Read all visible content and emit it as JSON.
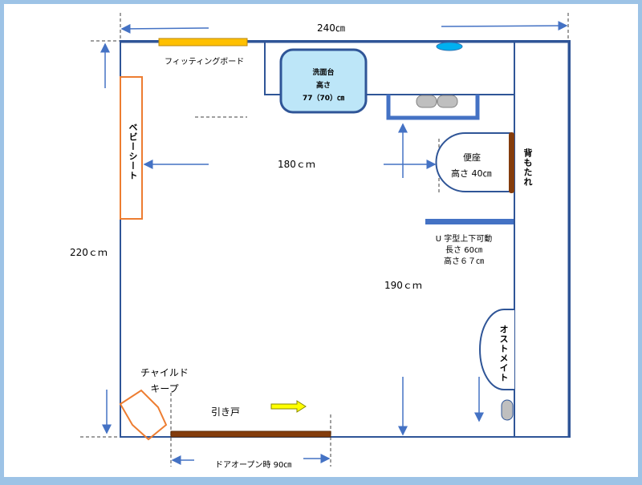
{
  "dimensions": {
    "width_total": "240㎝",
    "height_left": "220ｃｍ",
    "inner_width": "180ｃｍ",
    "inner_height": "190ｃｍ",
    "door_open": "ドアオープン時 90㎝"
  },
  "fixtures": {
    "fitting_board": "フィッティングボード",
    "baby_seat": "ベビーシート",
    "sink": {
      "name": "洗面台",
      "line2": "高さ",
      "line3": "77（70）㎝"
    },
    "toilet": {
      "name": "便座",
      "height": "高さ 40㎝"
    },
    "backrest": "背もたれ",
    "handrail": {
      "type": "U 字型上下可動",
      "length": "長さ 60㎝",
      "height": "高さ６７㎝"
    },
    "ostomate": "オストメイト",
    "child_keep": {
      "line1": "チャイルド",
      "line2": "キープ"
    },
    "sliding_door": "引き戸"
  },
  "colors": {
    "wall": "#2f5597",
    "orange": "#ed7d31",
    "yellow_board": "#ffc000",
    "sink_fill": "#bde6f8",
    "door": "#843c0c",
    "arrow_yellow": "#ffff00",
    "blue_bar": "#4472c4",
    "dashed": "#808080"
  }
}
